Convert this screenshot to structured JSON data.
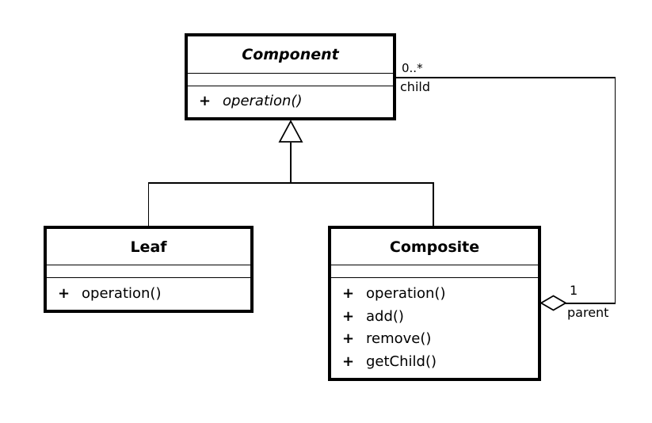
{
  "colors": {
    "line": "#000000",
    "background": "#ffffff"
  },
  "classes": {
    "component": {
      "name": "Component",
      "methods": [
        {
          "visibility": "+",
          "signature": "operation()"
        }
      ]
    },
    "leaf": {
      "name": "Leaf",
      "methods": [
        {
          "visibility": "+",
          "signature": "operation()"
        }
      ]
    },
    "composite": {
      "name": "Composite",
      "methods": [
        {
          "visibility": "+",
          "signature": "operation()"
        },
        {
          "visibility": "+",
          "signature": "add()"
        },
        {
          "visibility": "+",
          "signature": "remove()"
        },
        {
          "visibility": "+",
          "signature": "getChild()"
        }
      ]
    }
  },
  "relationships": {
    "child": {
      "multiplicity": "0..*",
      "role": "child"
    },
    "parent": {
      "multiplicity": "1",
      "role": "parent"
    }
  }
}
